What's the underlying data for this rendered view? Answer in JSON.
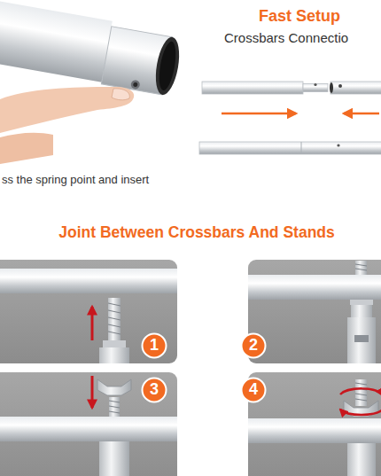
{
  "diagram": {
    "nodes": [
      {
        "text": [
          "1"
        ]
      },
      {
        "text": [
          "2"
        ]
      },
      {
        "text": [
          "3"
        ]
      },
      {
        "text": [
          "4"
        ]
      }
    ],
    "labels": [
      "Fast Setup",
      "Crossbars Connectio",
      "ss the spring point and insert",
      "Joint Between Crossbars And Stands"
    ]
  }
}
